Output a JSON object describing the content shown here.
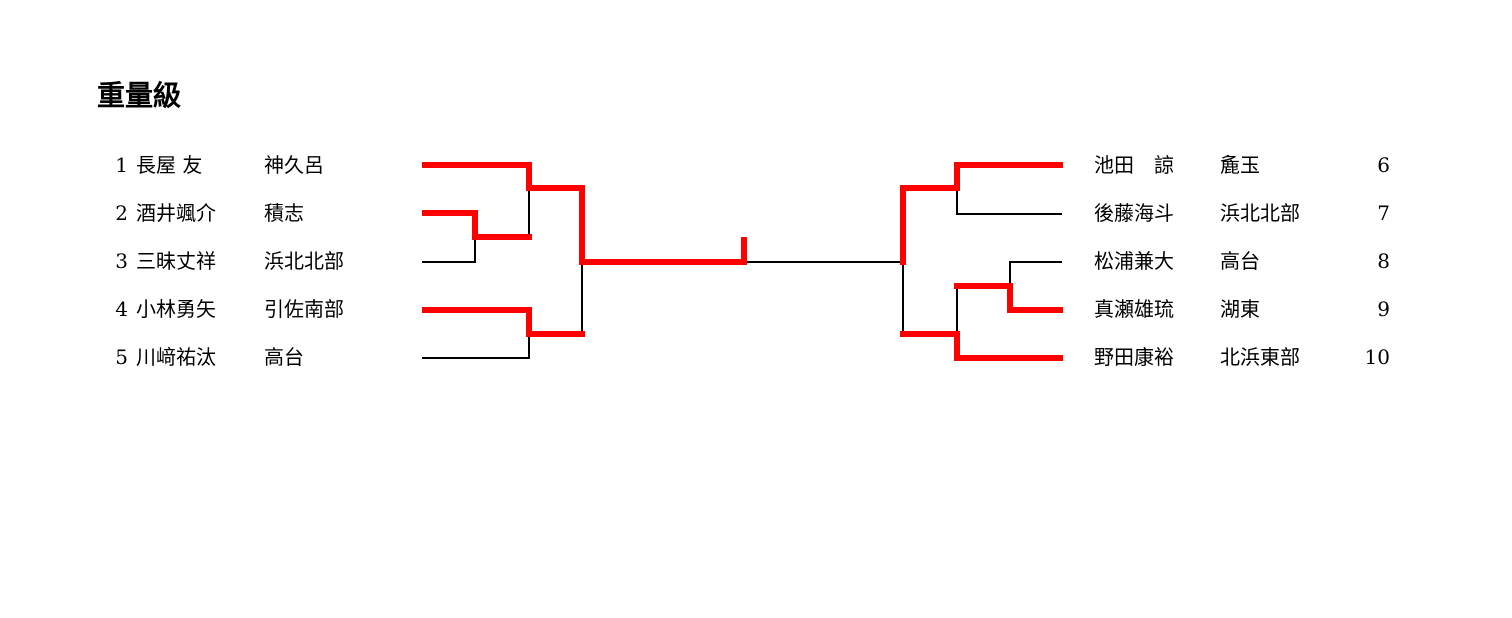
{
  "title": "重量級",
  "bracket": {
    "left": [
      {
        "seed": "1",
        "name": "長屋 友",
        "team": "神久呂"
      },
      {
        "seed": "2",
        "name": "酒井颯介",
        "team": "積志"
      },
      {
        "seed": "3",
        "name": "三昧丈祥",
        "team": "浜北北部"
      },
      {
        "seed": "4",
        "name": "小林勇矢",
        "team": "引佐南部"
      },
      {
        "seed": "5",
        "name": "川﨑祐汰",
        "team": "高台"
      }
    ],
    "right": [
      {
        "seed": "6",
        "name": "池田　諒",
        "team": "麁玉"
      },
      {
        "seed": "7",
        "name": "後藤海斗",
        "team": "浜北北部"
      },
      {
        "seed": "8",
        "name": "松浦兼大",
        "team": "高台"
      },
      {
        "seed": "9",
        "name": "真瀬雄琉",
        "team": "湖東"
      },
      {
        "seed": "10",
        "name": "野田康裕",
        "team": "北浜東部"
      }
    ]
  },
  "colors": {
    "winner_line": "#ff0000",
    "bracket_line": "#000000"
  }
}
